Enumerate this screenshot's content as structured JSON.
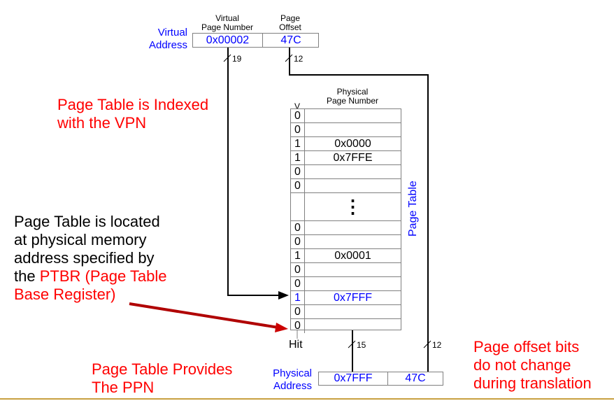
{
  "virtual_address": {
    "label_line1": "Virtual",
    "label_line2": "Address",
    "vpn_header_line1": "Virtual",
    "vpn_header_line2": "Page Number",
    "offset_header_line1": "Page",
    "offset_header_line2": "Offset",
    "vpn_value": "0x00002",
    "offset_value": "47C",
    "vpn_bits": "19",
    "offset_bits": "12"
  },
  "page_table": {
    "v_header": "V",
    "ppn_header_line1": "Physical",
    "ppn_header_line2": "Page Number",
    "side_label": "Page Table",
    "rows_top": [
      {
        "v": "0",
        "ppn": ""
      },
      {
        "v": "0",
        "ppn": ""
      },
      {
        "v": "1",
        "ppn": "0x0000"
      },
      {
        "v": "1",
        "ppn": "0x7FFE"
      },
      {
        "v": "0",
        "ppn": ""
      },
      {
        "v": "0",
        "ppn": ""
      }
    ],
    "ellipsis": "⋮",
    "rows_bottom": [
      {
        "v": "0",
        "ppn": ""
      },
      {
        "v": "0",
        "ppn": ""
      },
      {
        "v": "1",
        "ppn": "0x0001"
      },
      {
        "v": "0",
        "ppn": ""
      },
      {
        "v": "0",
        "ppn": ""
      },
      {
        "v": "1",
        "ppn": "0x7FFF",
        "highlighted": true
      },
      {
        "v": "0",
        "ppn": ""
      },
      {
        "v": "0",
        "ppn": ""
      }
    ],
    "hit_label": "Hit",
    "ppn_bits": "15",
    "offset_bits": "12"
  },
  "physical_address": {
    "label_line1": "Physical",
    "label_line2": "Address",
    "ppn_value": "0x7FFF",
    "offset_value": "47C"
  },
  "annotations": {
    "indexed_line1": "Page Table is Indexed",
    "indexed_line2": "with the VPN",
    "located_line1": "Page Table is located",
    "located_line2": "at physical memory",
    "located_line3": "address specified by",
    "located_line4_black": "the ",
    "located_line4_red": "PTBR (Page Table",
    "located_line5": "Base Register)",
    "provides_line1": "Page Table Provides",
    "provides_line2": "The PPN",
    "offset_line1": "Page offset bits",
    "offset_line2": "do not change",
    "offset_line3": "during translation"
  },
  "colors": {
    "annotation_red": "#ff0000",
    "address_blue": "#0000ff",
    "ptbr_arrow": "#b00000",
    "footer_rule": "#c8a040"
  }
}
